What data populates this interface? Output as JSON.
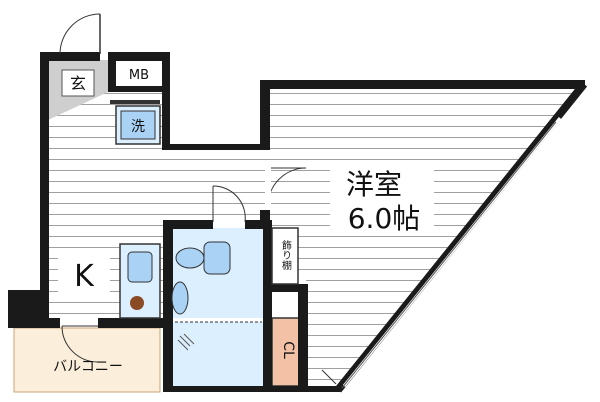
{
  "labels": {
    "genkan": "玄",
    "mb": "MB",
    "washer": "洗",
    "kitchen": "K",
    "balcony": "バルコニー",
    "room_type": "洋室",
    "room_size": "6.0帖",
    "shelf": "飾り棚",
    "closet": "CL"
  },
  "colors": {
    "wall": "#1a1a1a",
    "floor_lines": "#9a9a9a",
    "genkan_floor": "#cfcfcf",
    "bath_floor": "#dcefff",
    "fixture_blue": "#a9d2f5",
    "balcony_fill": "#fbeedb",
    "closet_fill": "#f3c1a6",
    "stove_brown": "#8a4a24"
  }
}
